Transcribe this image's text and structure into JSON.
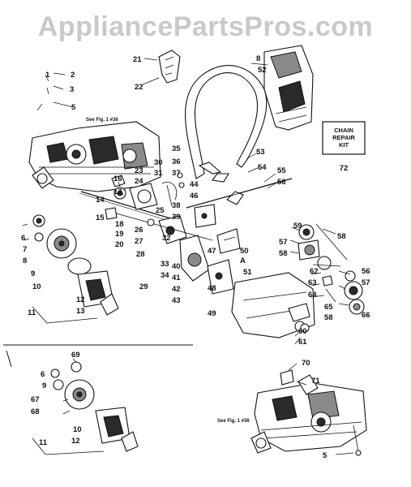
{
  "watermark": "AppliancePartsPros.com",
  "kit_box": {
    "line1": "CHAIN",
    "line2": "REPAIR",
    "line3": "KIT",
    "number": "72"
  },
  "notes": {
    "see_fig_top": "See Fig. 1 #36",
    "see_fig_bottom": "See Fig. 1 #36"
  },
  "labels": [
    "1",
    "2",
    "3",
    "5",
    "6",
    "7",
    "8",
    "9",
    "10",
    "11",
    "12",
    "13",
    "14",
    "15",
    "16",
    "17",
    "18",
    "19",
    "20",
    "21",
    "22",
    "23",
    "24",
    "25",
    "26",
    "27",
    "28",
    "29",
    "30",
    "31",
    "32",
    "33",
    "34",
    "35",
    "36",
    "37",
    "38",
    "39",
    "40",
    "41",
    "42",
    "43",
    "44",
    "46",
    "47",
    "48",
    "49",
    "50",
    "A",
    "51",
    "8",
    "52",
    "53",
    "54",
    "55",
    "56",
    "57",
    "58",
    "59",
    "60",
    "61",
    "62",
    "63",
    "64",
    "65",
    "58",
    "56",
    "57",
    "58",
    "66",
    "67",
    "68",
    "69",
    "70",
    "71",
    "5",
    "6",
    "9",
    "10",
    "11",
    "12"
  ]
}
